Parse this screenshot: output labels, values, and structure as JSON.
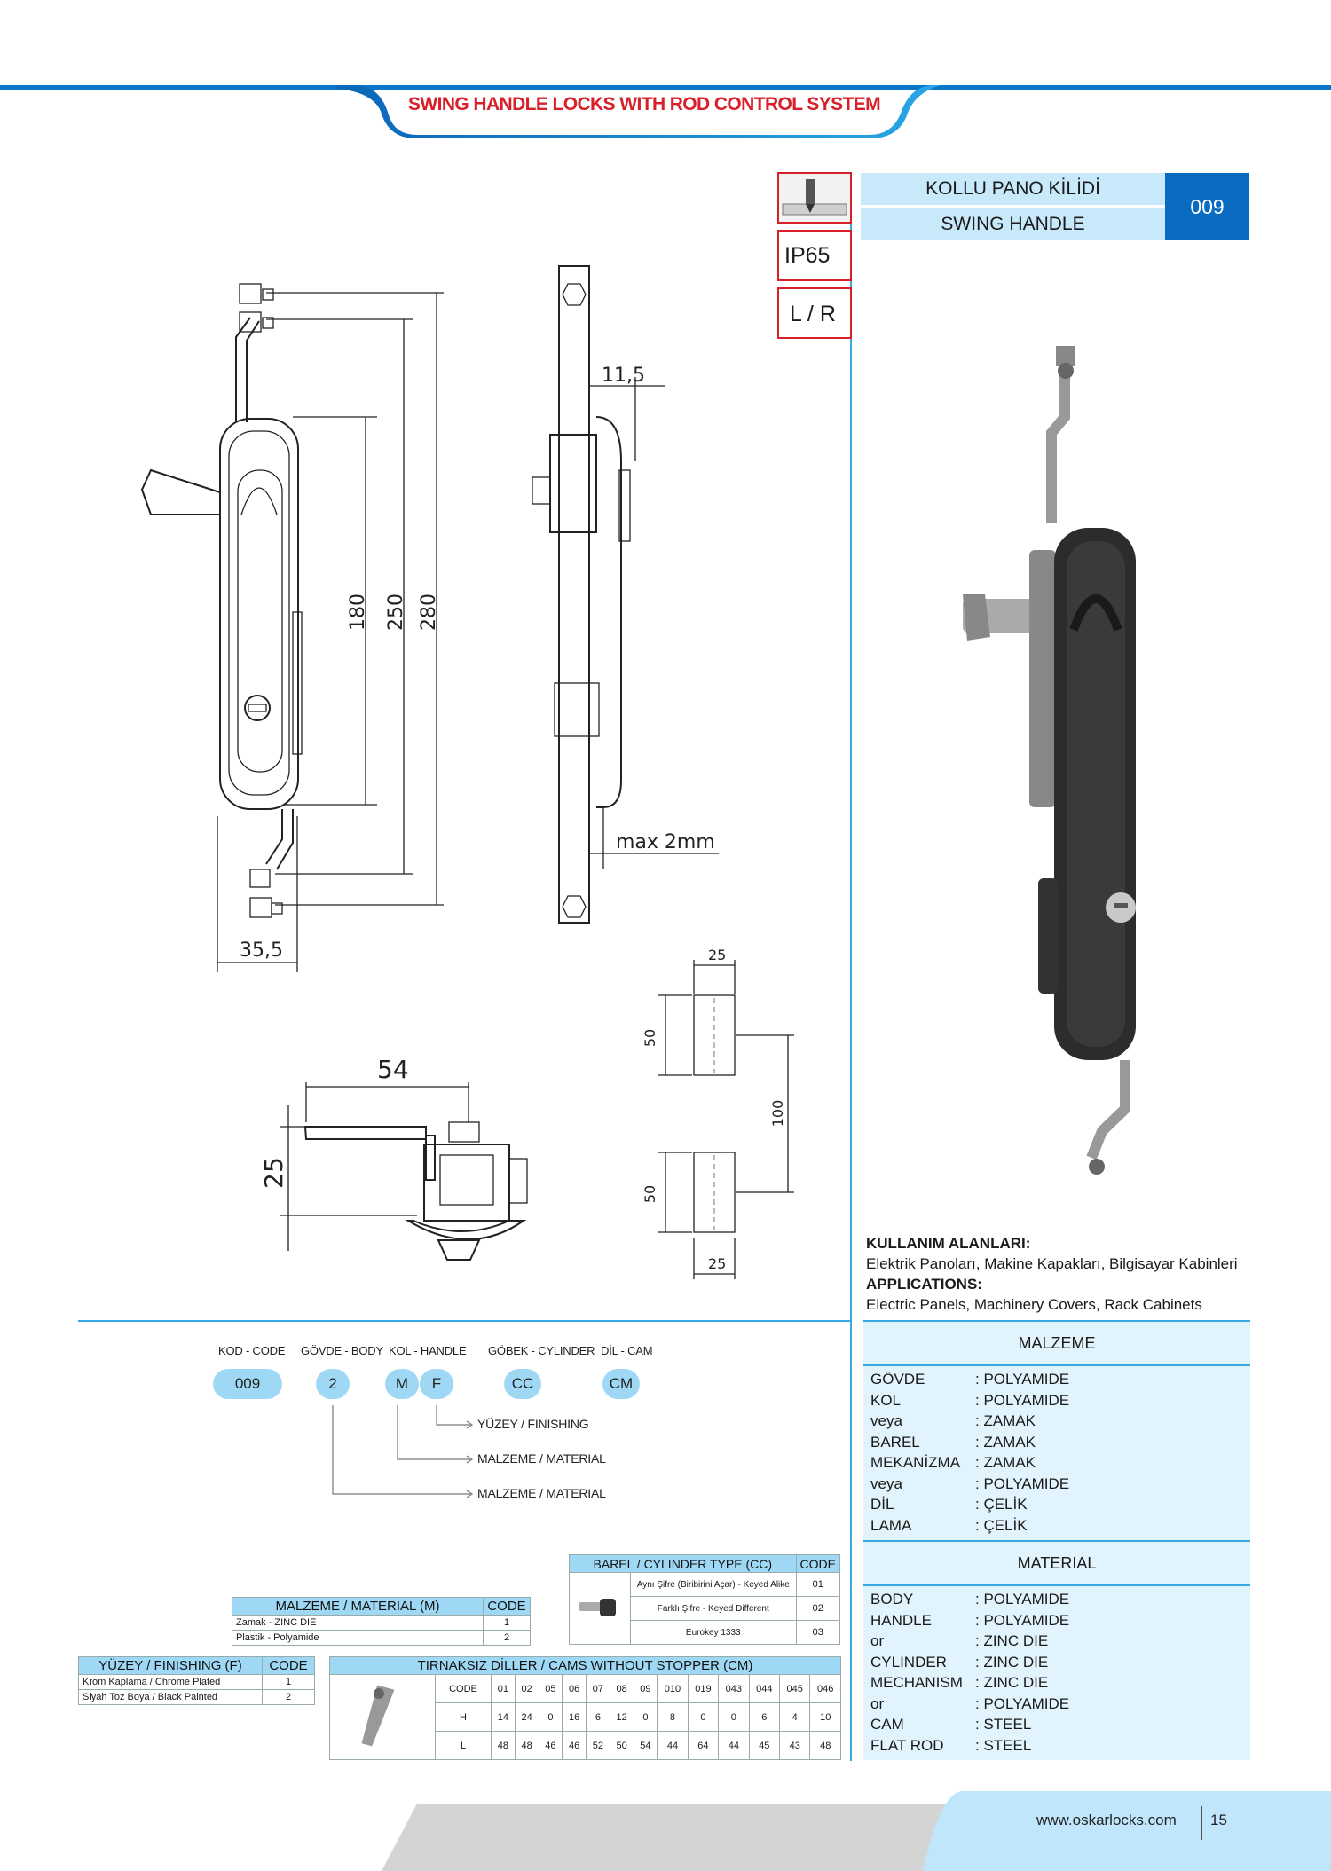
{
  "header": {
    "title": "SWING HANDLE LOCKS WITH ROD CONTROL SYSTEM"
  },
  "badges": {
    "ip": "IP65",
    "hand": "L / R"
  },
  "product": {
    "name_tr": "KOLLU PANO KİLİDİ",
    "name_en": "SWING HANDLE",
    "code": "009"
  },
  "dimensions": {
    "d11_5": "11,5",
    "d180": "180",
    "d250": "250",
    "d280": "280",
    "d35_5": "35,5",
    "max2": "max 2mm",
    "d54": "54",
    "d25v": "25",
    "sq_25a": "25",
    "sq_50a": "50",
    "sq_100": "100",
    "sq_50b": "50",
    "sq_25b": "25"
  },
  "applications": {
    "tr_title": "KULLANIM ALANLARI:",
    "tr_text": "Elektrik Panoları, Makine Kapakları, Bilgisayar Kabinleri",
    "en_title": "APPLICATIONS:",
    "en_text": "Electric Panels, Machinery Covers, Rack Cabinets"
  },
  "materials_tr": {
    "title": "MALZEME",
    "rows": [
      {
        "k": "GÖVDE",
        "v": ": POLYAMIDE"
      },
      {
        "k": "KOL",
        "v": ": POLYAMIDE"
      },
      {
        "k": "veya",
        "v": ": ZAMAK"
      },
      {
        "k": "BAREL",
        "v": ": ZAMAK"
      },
      {
        "k": "MEKANİZMA",
        "v": ": ZAMAK"
      },
      {
        "k": "veya",
        "v": ": POLYAMIDE"
      },
      {
        "k": "DİL",
        "v": ": ÇELİK"
      },
      {
        "k": "LAMA",
        "v": ": ÇELİK"
      }
    ]
  },
  "materials_en": {
    "title": "MATERIAL",
    "rows": [
      {
        "k": "BODY",
        "v": ": POLYAMIDE"
      },
      {
        "k": "HANDLE",
        "v": ": POLYAMIDE"
      },
      {
        "k": "or",
        "v": ": ZINC DIE"
      },
      {
        "k": "CYLINDER",
        "v": ": ZINC DIE"
      },
      {
        "k": "MECHANISM",
        "v": ": ZINC DIE"
      },
      {
        "k": "or",
        "v": ": POLYAMIDE"
      },
      {
        "k": "CAM",
        "v": ": STEEL"
      },
      {
        "k": "FLAT ROD",
        "v": ": STEEL"
      }
    ]
  },
  "ordering": {
    "labels": {
      "code": "KOD - CODE",
      "body": "GÖVDE - BODY",
      "handle": "KOL - HANDLE",
      "cylinder": "GÖBEK - CYLINDER",
      "cam": "DİL - CAM"
    },
    "values": {
      "code": "009",
      "body": "2",
      "m": "M",
      "f": "F",
      "cc": "CC",
      "cm": "CM"
    },
    "arrows": {
      "finishing": "YÜZEY / FINISHING",
      "material1": "MALZEME / MATERIAL",
      "material2": "MALZEME / MATERIAL"
    }
  },
  "barrel_table": {
    "title": "BAREL / CYLINDER TYPE (CC)",
    "code_header": "CODE",
    "rows": [
      {
        "label": "Aynı Şifre (Biribirini Açar) - Keyed Alike",
        "code": "01"
      },
      {
        "label": "Farklı Şifre - Keyed Different",
        "code": "02"
      },
      {
        "label": "Eurokey 1333",
        "code": "03"
      }
    ]
  },
  "material_table": {
    "title": "MALZEME / MATERIAL (M)",
    "code_header": "CODE",
    "rows": [
      {
        "label": "Zamak - ZINC DIE",
        "code": "1"
      },
      {
        "label": "Plastik - Polyamide",
        "code": "2"
      }
    ]
  },
  "finishing_table": {
    "title": "YÜZEY / FINISHING (F)",
    "code_header": "CODE",
    "rows": [
      {
        "label": "Krom Kaplama / Chrome Plated",
        "code": "1"
      },
      {
        "label": "Siyah Toz Boya / Black Painted",
        "code": "2"
      }
    ]
  },
  "cams_table": {
    "title": "TIRNAKSIZ DİLLER / CAMS WITHOUT STOPPER (CM)",
    "code_label": "CODE",
    "h_label": "H",
    "l_label": "L",
    "codes": [
      "01",
      "02",
      "05",
      "06",
      "07",
      "08",
      "09",
      "010",
      "019",
      "043",
      "044",
      "045",
      "046"
    ],
    "h": [
      "14",
      "24",
      "0",
      "16",
      "6",
      "12",
      "0",
      "8",
      "0",
      "0",
      "6",
      "4",
      "10"
    ],
    "l": [
      "48",
      "48",
      "46",
      "46",
      "52",
      "50",
      "54",
      "44",
      "64",
      "44",
      "45",
      "43",
      "48"
    ]
  },
  "footer": {
    "url": "www.oskarlocks.com",
    "page": "15"
  },
  "colors": {
    "accent_blue": "#0a74c8",
    "light_blue": "#9fd8f5",
    "title_red": "#d8202a"
  }
}
